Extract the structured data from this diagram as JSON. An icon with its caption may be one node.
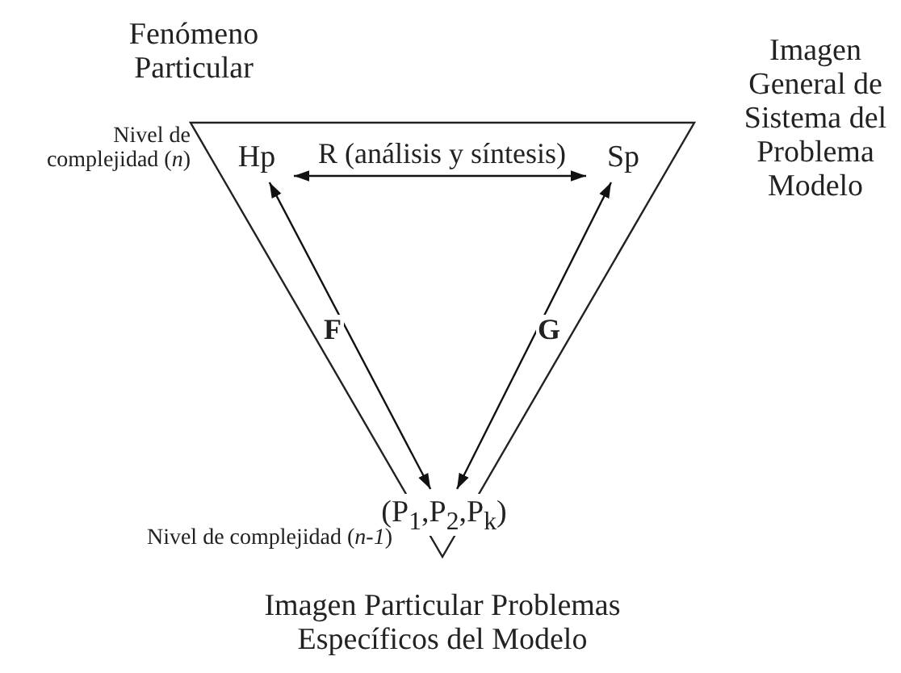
{
  "diagram": {
    "nodes": [
      {
        "text": [],
        "shape": "triangle"
      },
      {
        "text": [
          "Hp"
        ],
        "in": 0
      },
      {
        "text": [
          "Sp"
        ],
        "in": 0
      },
      {
        "text": [
          "(P$_{1}$,P$_{2}$,P$_{k}$)"
        ],
        "in": 0
      }
    ],
    "edges": [
      {
        "from": 1,
        "to": 2,
        "arrow": "both",
        "label": "R (análisis y síntesis)"
      },
      {
        "from": 1,
        "to": 3,
        "arrow": "both",
        "label": "F"
      },
      {
        "from": 2,
        "to": 3,
        "arrow": "both",
        "label": "G"
      }
    ],
    "labels": [
      "Fenómeno Particular",
      "Imagen General de Sistema del Problema Modelo",
      "Nivel de complejidad (*n*)",
      "Nivel de complejidad (*n-1*)",
      "Imagen Particular Problemas Específicos del Modelo"
    ]
  }
}
